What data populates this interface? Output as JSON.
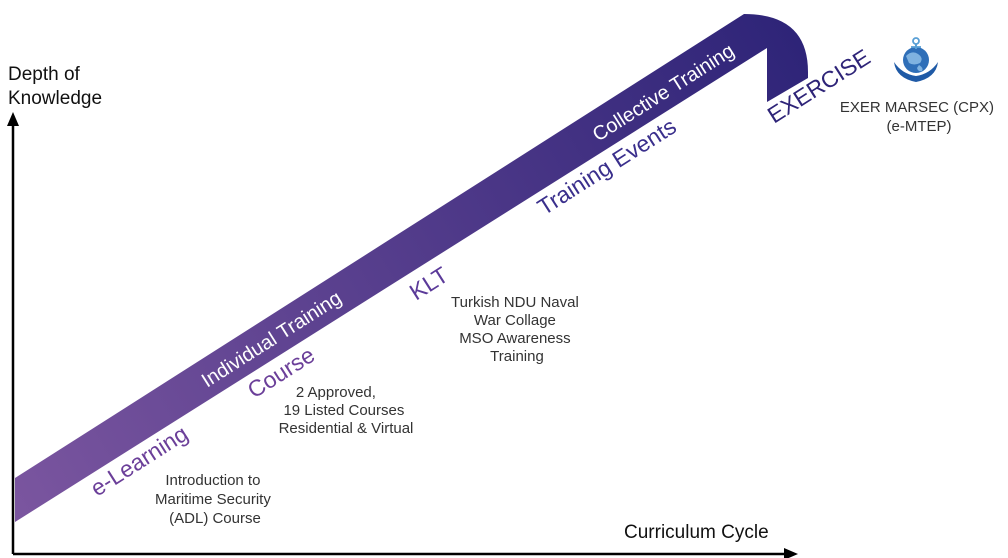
{
  "axes": {
    "y_label": [
      "Depth of",
      "Knowledge"
    ],
    "x_label": "Curriculum Cycle"
  },
  "band": {
    "individual_label": "Individual Training",
    "collective_label": "Collective Training",
    "color_start": "#7a559f",
    "color_end": "#2e2478"
  },
  "stages": [
    {
      "label": "e-Learning",
      "color": "#6b3f99",
      "description": [
        "Introduction to",
        "Maritime Security",
        "(ADL) Course"
      ]
    },
    {
      "label": "Course",
      "color": "#6b3f99",
      "description": [
        "2 Approved,",
        "19 Listed Courses",
        "Residential & Virtual"
      ]
    },
    {
      "label": "KLT",
      "color": "#5b3a99",
      "description": [
        "Turkish NDU Naval",
        "War Collage",
        "MSO Awareness",
        "Training"
      ]
    },
    {
      "label": "Training Events",
      "color": "#3a2f8c",
      "description": []
    },
    {
      "label": "EXERCISE",
      "color": "#2e2478",
      "description": [
        "EXER MARSEC (CPX)",
        "(e-MTEP)"
      ]
    }
  ],
  "logo": {
    "icon": "anchor-globe-emblem",
    "colors": [
      "#1f5aa6",
      "#5aa0d6"
    ]
  }
}
